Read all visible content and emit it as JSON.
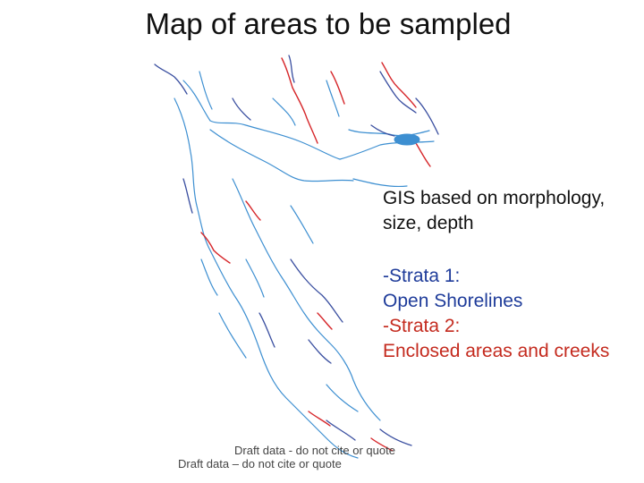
{
  "title": "Map of areas to be sampled",
  "description": "GIS based on morphology, size, depth",
  "strata": {
    "s1_label": "-Strata 1:",
    "s1_name": "Open Shorelines",
    "s2_label": "-Strata 2:",
    "s2_name": "Enclosed areas and creeks"
  },
  "draft_notes": [
    "Draft data - do not cite or quote",
    "Draft data – do not cite or quote"
  ],
  "colors": {
    "shoreline": "#3d8fd1",
    "open_shoreline": "#3a4fa0",
    "enclosed": "#d6262a",
    "strata1_text": "#1f3c9a",
    "strata2_text": "#c42a1e"
  }
}
